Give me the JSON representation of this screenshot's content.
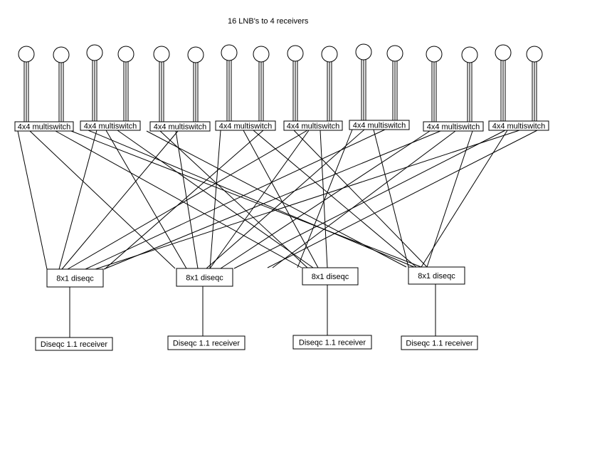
{
  "title": "16 LNB's to 4 receivers",
  "lnb_count": 16,
  "multiswitches": [
    {
      "label": "4x4 multiswitch"
    },
    {
      "label": "4x4 multiswitch"
    },
    {
      "label": "4x4 multiswitch"
    },
    {
      "label": "4x4 multiswitch"
    },
    {
      "label": "4x4 multiswitch"
    },
    {
      "label": "4x4 multiswitch"
    },
    {
      "label": "4x4 multiswitch"
    },
    {
      "label": "4x4 multiswitch"
    }
  ],
  "diseqc_switches": [
    {
      "label": "8x1 diseqc"
    },
    {
      "label": "8x1 diseqc"
    },
    {
      "label": "8x1 diseqc"
    },
    {
      "label": "8x1 diseqc"
    }
  ],
  "receivers": [
    {
      "label": "Diseqc 1.1 receiver"
    },
    {
      "label": "Diseqc 1.1 receiver"
    },
    {
      "label": "Diseqc 1.1 receiver"
    },
    {
      "label": "Diseqc 1.1 receiver"
    }
  ],
  "colors": {
    "line": "#000000",
    "background": "#ffffff"
  }
}
